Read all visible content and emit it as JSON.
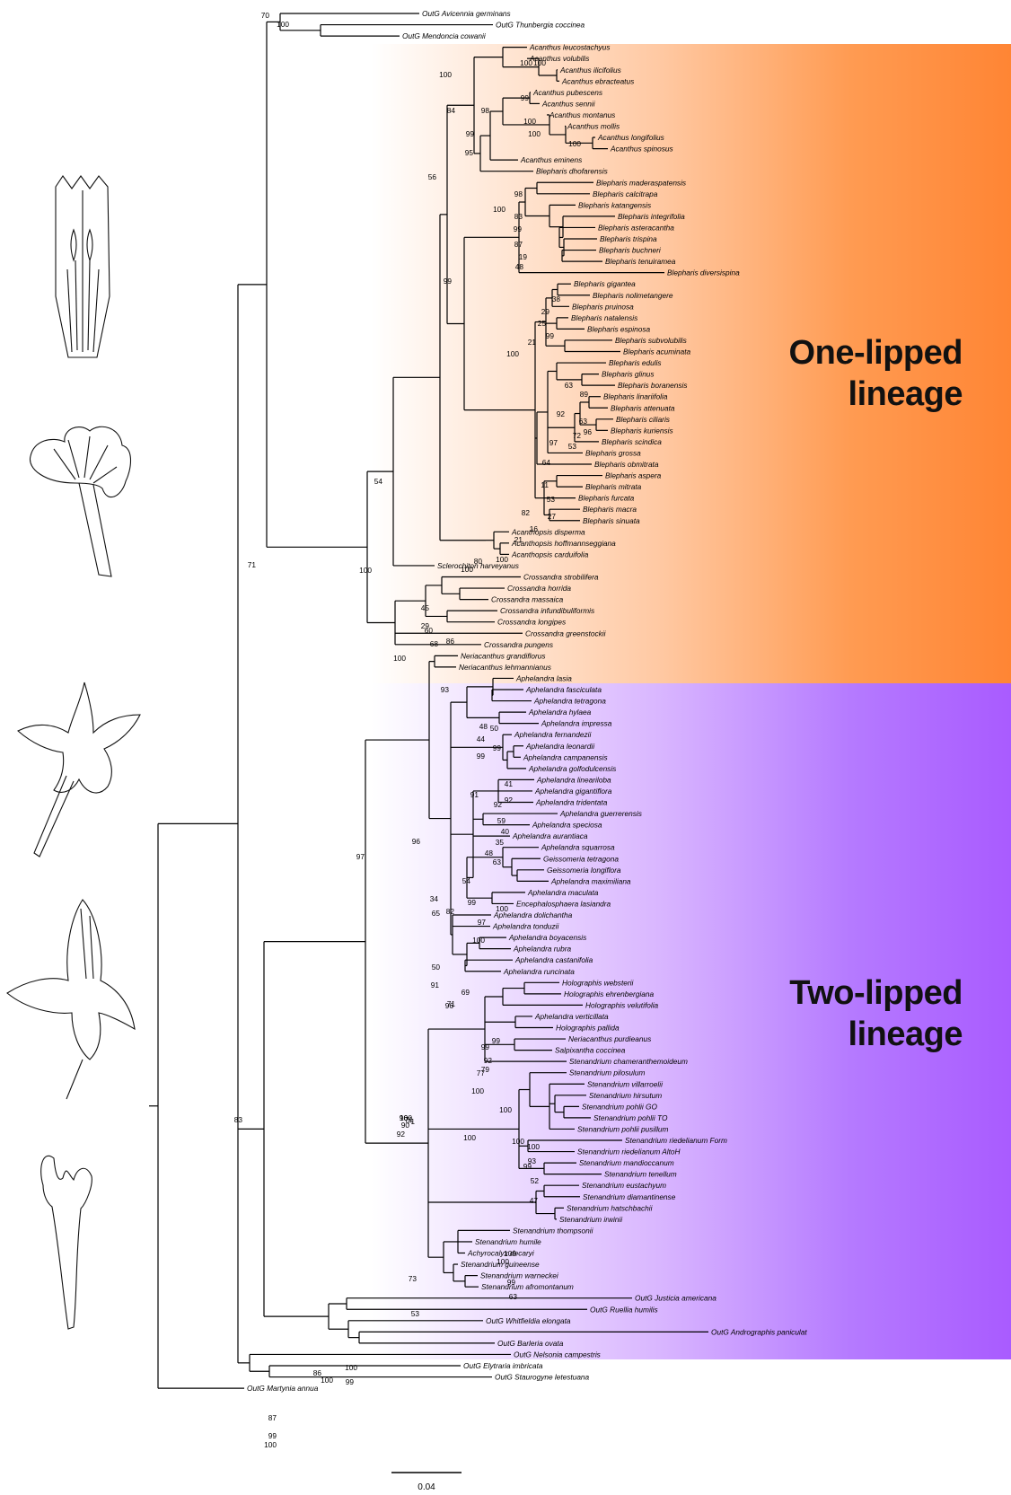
{
  "lineages": {
    "one_lipped": {
      "line1": "One-lipped",
      "line2": "lineage",
      "color": "#ff8534"
    },
    "two_lipped": {
      "line1": "Two-lipped",
      "line2": "lineage",
      "color": "#a95bff"
    }
  },
  "scale_bar": {
    "label": "0.04"
  },
  "flower_illustrations": [
    "tubular-flower-section",
    "one-lipped-flower",
    "two-lipped-flower-with-long-tube",
    "two-lipped-flower-hooded",
    "tubular-flower"
  ],
  "tips": [
    {
      "name": "OutG Avicennia germinans"
    },
    {
      "name": "OutG Thunbergia coccinea"
    },
    {
      "name": "OutG Mendoncia cowanii"
    },
    {
      "name": "Acanthus leucostachyus"
    },
    {
      "name": "Acanthus volubilis"
    },
    {
      "name": "Acanthus ilicifolius"
    },
    {
      "name": "Acanthus ebracteatus"
    },
    {
      "name": "Acanthus pubescens"
    },
    {
      "name": "Acanthus sennii"
    },
    {
      "name": "Acanthus montanus"
    },
    {
      "name": "Acanthus mollis"
    },
    {
      "name": "Acanthus longifolius"
    },
    {
      "name": "Acanthus spinosus"
    },
    {
      "name": "Acanthus eminens"
    },
    {
      "name": "Blepharis dhofarensis"
    },
    {
      "name": "Blepharis maderaspatensis"
    },
    {
      "name": "Blepharis calcitrapa"
    },
    {
      "name": "Blepharis katangensis"
    },
    {
      "name": "Blepharis integrifolia"
    },
    {
      "name": "Blepharis asteracantha"
    },
    {
      "name": "Blepharis trispina"
    },
    {
      "name": "Blepharis buchneri"
    },
    {
      "name": "Blepharis tenuiramea"
    },
    {
      "name": "Blepharis diversispina"
    },
    {
      "name": "Blepharis gigantea"
    },
    {
      "name": "Blepharis nolimetangere"
    },
    {
      "name": "Blepharis pruinosa"
    },
    {
      "name": "Blepharis natalensis"
    },
    {
      "name": "Blepharis espinosa"
    },
    {
      "name": "Blepharis subvolubilis"
    },
    {
      "name": "Blepharis acuminata"
    },
    {
      "name": "Blepharis edulis"
    },
    {
      "name": "Blepharis glinus"
    },
    {
      "name": "Blepharis boranensis"
    },
    {
      "name": "Blepharis linariifolia"
    },
    {
      "name": "Blepharis attenuata"
    },
    {
      "name": "Blepharis ciliaris"
    },
    {
      "name": "Blepharis kuriensis"
    },
    {
      "name": "Blepharis scindica"
    },
    {
      "name": "Blepharis grossa"
    },
    {
      "name": "Blepharis obmitrata"
    },
    {
      "name": "Blepharis aspera"
    },
    {
      "name": "Blepharis mitrata"
    },
    {
      "name": "Blepharis furcata"
    },
    {
      "name": "Blepharis macra"
    },
    {
      "name": "Blepharis sinuata"
    },
    {
      "name": "Acanthopsis disperma"
    },
    {
      "name": "Acanthopsis hoffmannseggiana"
    },
    {
      "name": "Acanthopsis carduifolia"
    },
    {
      "name": "Sclerochiton harveyanus"
    },
    {
      "name": "Crossandra strobilifera"
    },
    {
      "name": "Crossandra horrida"
    },
    {
      "name": "Crossandra massaica"
    },
    {
      "name": "Crossandra infundibuliformis"
    },
    {
      "name": "Crossandra longipes"
    },
    {
      "name": "Crossandra greenstockii"
    },
    {
      "name": "Crossandra pungens"
    },
    {
      "name": "Neriacanthus grandiflorus"
    },
    {
      "name": "Neriacanthus lehmannianus"
    },
    {
      "name": "Aphelandra lasia"
    },
    {
      "name": "Aphelandra fasciculata"
    },
    {
      "name": "Aphelandra tetragona"
    },
    {
      "name": "Aphelandra hylaea"
    },
    {
      "name": "Aphelandra impressa"
    },
    {
      "name": "Aphelandra fernandezii"
    },
    {
      "name": "Aphelandra leonardii"
    },
    {
      "name": "Aphelandra campanensis"
    },
    {
      "name": "Aphelandra golfodulcensis"
    },
    {
      "name": "Aphelandra lineariloba"
    },
    {
      "name": "Aphelandra gigantiflora"
    },
    {
      "name": "Aphelandra tridentata"
    },
    {
      "name": "Aphelandra guerrerensis"
    },
    {
      "name": "Aphelandra speciosa"
    },
    {
      "name": "Aphelandra aurantiaca"
    },
    {
      "name": "Aphelandra squarrosa"
    },
    {
      "name": "Geissomeria tetragona"
    },
    {
      "name": "Geissomeria longiflora"
    },
    {
      "name": "Aphelandra maximiliana"
    },
    {
      "name": "Aphelandra maculata"
    },
    {
      "name": "Encephalosphaera lasiandra"
    },
    {
      "name": "Aphelandra dolichantha"
    },
    {
      "name": "Aphelandra tonduzii"
    },
    {
      "name": "Aphelandra boyacensis"
    },
    {
      "name": "Aphelandra rubra"
    },
    {
      "name": "Aphelandra castanifolia"
    },
    {
      "name": "Aphelandra runcinata"
    },
    {
      "name": "Holographis websterii"
    },
    {
      "name": "Holographis ehrenbergiana"
    },
    {
      "name": "Holographis velutifolia"
    },
    {
      "name": "Aphelandra verticillata"
    },
    {
      "name": "Holographis pallida"
    },
    {
      "name": "Neriacanthus purdieanus"
    },
    {
      "name": "Salpixantha coccinea"
    },
    {
      "name": "Stenandrium chameranthemoideum"
    },
    {
      "name": "Stenandrium pilosulum"
    },
    {
      "name": "Stenandrium villarroelii"
    },
    {
      "name": "Stenandrium hirsutum"
    },
    {
      "name": "Stenandrium pohlii GO"
    },
    {
      "name": "Stenandrium pohlii TO"
    },
    {
      "name": "Stenandrium pohlii pusillum"
    },
    {
      "name": "Stenandrium riedelianum Form"
    },
    {
      "name": "Stenandrium riedelianum AltoH"
    },
    {
      "name": "Stenandrium mandioccanum"
    },
    {
      "name": "Stenandrium tenellum"
    },
    {
      "name": "Stenandrium eustachyum"
    },
    {
      "name": "Stenandrium diamantinense"
    },
    {
      "name": "Stenandrium hatschbachii"
    },
    {
      "name": "Stenandrium irwinii"
    },
    {
      "name": "Stenandrium thompsonii"
    },
    {
      "name": "Stenandrium humile"
    },
    {
      "name": "Achyrocalyx decaryi"
    },
    {
      "name": "Stenandrium guineense"
    },
    {
      "name": "Stenandrium warneckei"
    },
    {
      "name": "Stenandrium afromontanum"
    },
    {
      "name": "OutG Justicia americana"
    },
    {
      "name": "OutG Ruellia humilis"
    },
    {
      "name": "OutG Whitfieldia elongata"
    },
    {
      "name": "OutG Andrographis paniculat"
    },
    {
      "name": "OutG Barleria ovata"
    },
    {
      "name": "OutG Nelsonia campestris"
    },
    {
      "name": "OutG Elytraria imbricata"
    },
    {
      "name": "OutG Staurogyne letestuana"
    },
    {
      "name": "OutG Martynia annua"
    }
  ],
  "support_values": [
    "70",
    "100",
    "100",
    "100",
    "100",
    "84",
    "99",
    "98",
    "100",
    "99",
    "100",
    "100",
    "95",
    "56",
    "98",
    "100",
    "83",
    "99",
    "87",
    "19",
    "48",
    "99",
    "38",
    "29",
    "25",
    "99",
    "21",
    "100",
    "63",
    "89",
    "92",
    "63",
    "96",
    "72",
    "53",
    "97",
    "64",
    "11",
    "53",
    "82",
    "27",
    "16",
    "21",
    "100",
    "80",
    "100",
    "54",
    "100",
    "45",
    "29",
    "60",
    "86",
    "68",
    "100",
    "71",
    "93",
    "48",
    "50",
    "44",
    "99",
    "99",
    "41",
    "92",
    "92",
    "91",
    "59",
    "40",
    "35",
    "48",
    "63",
    "54",
    "99",
    "100",
    "97",
    "82",
    "65",
    "100",
    "34",
    "50",
    "91",
    "69",
    "71",
    "96",
    "99",
    "99",
    "92",
    "77",
    "79",
    "100",
    "100",
    "100",
    "97",
    "100",
    "100",
    "93",
    "99",
    "52",
    "47",
    "100",
    "100",
    "99",
    "63",
    "73",
    "53",
    "100",
    "86",
    "99",
    "87",
    "99",
    "100",
    "83",
    "100",
    "96",
    "92",
    "100",
    "90",
    "96",
    "71",
    "71"
  ]
}
